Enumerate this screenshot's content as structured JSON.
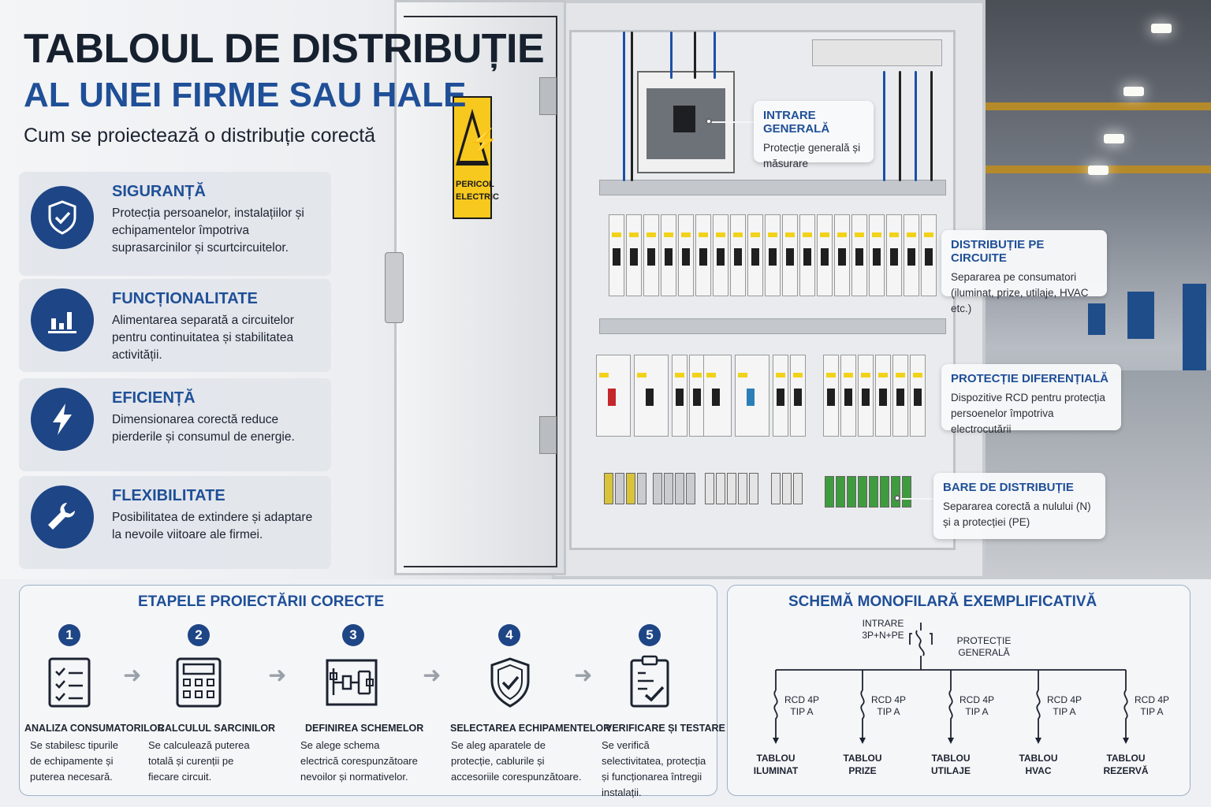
{
  "header": {
    "title_line1": "TABLOUL DE DISTRIBUȚIE",
    "title_line2": "AL UNEI FIRME SAU HALE",
    "subtitle": "Cum se proiectează o distribuție corectă"
  },
  "features": [
    {
      "title": "SIGURANȚĂ",
      "desc": "Protecția persoanelor, instalațiilor și echipamentelor împotriva suprasarcinilor și scurtcircuitelor.",
      "icon": "shield-check-icon"
    },
    {
      "title": "FUNCȚIONALITATE",
      "desc": "Alimentarea separată a circuitelor pentru continuitatea și stabilitatea activității.",
      "icon": "bar-chart-icon"
    },
    {
      "title": "EFICIENȚĂ",
      "desc": "Dimensionarea corectă reduce pierderile și consumul de energie.",
      "icon": "lightning-icon"
    },
    {
      "title": "FLEXIBILITATE",
      "desc": "Posibilitatea de extindere și adaptare la nevoile viitoare ale firmei.",
      "icon": "wrench-icon"
    }
  ],
  "warning_sign": {
    "text": "PERICOL ELECTRIC"
  },
  "callouts": [
    {
      "title": "INTRARE GENERALĂ",
      "desc": "Protecție generală și măsurare"
    },
    {
      "title": "DISTRIBUȚIE PE CIRCUITE",
      "desc": "Separarea pe consumatori (iluminat, prize, utilaje, HVAC etc.)"
    },
    {
      "title": "PROTECȚIE DIFERENȚIALĂ",
      "desc": "Dispozitive RCD pentru protecția persoenelor împotriva electrocutării"
    },
    {
      "title": "BARE DE DISTRIBUȚIE",
      "desc": "Separarea corectă a nulului (N) și a protecției (PE)"
    }
  ],
  "steps_panel": {
    "title": "ETAPELE PROIECTĂRII CORECTE",
    "steps": [
      {
        "num": "1",
        "title": "ANALIZA CONSUMATORILOR",
        "desc": "Se stabilesc tipurile de echipamente și puterea necesară.",
        "icon": "checklist-icon"
      },
      {
        "num": "2",
        "title": "CALCULUL SARCINILOR",
        "desc": "Se calculează puterea totală și curenții pe fiecare circuit.",
        "icon": "calculator-icon"
      },
      {
        "num": "3",
        "title": "DEFINIREA SCHEMELOR",
        "desc": "Se alege schema electrică corespunzătoare nevoilor și normativelor.",
        "icon": "schematic-icon"
      },
      {
        "num": "4",
        "title": "SELECTAREA ECHIPAMENTELOR",
        "desc": "Se aleg aparatele de protecție, cablurile și accesoriile corespunzătoare.",
        "icon": "shield-check-icon"
      },
      {
        "num": "5",
        "title": "VERIFICARE ȘI TESTARE",
        "desc": "Se verifică selectivitatea, protecția și funcționarea întregii instalații.",
        "icon": "clipboard-check-icon"
      }
    ]
  },
  "diagram_panel": {
    "title": "SCHEMĂ MONOFILARĂ EXEMPLIFICATIVĂ",
    "input_label_1": "INTRARE",
    "input_label_2": "3P+N+PE",
    "main_protection_1": "PROTECȚIE",
    "main_protection_2": "GENERALĂ",
    "rcd_label_1": "RCD 4P",
    "rcd_label_2": "TIP A",
    "boards": [
      {
        "line1": "TABLOU",
        "line2": "ILUMINAT"
      },
      {
        "line1": "TABLOU",
        "line2": "PRIZE"
      },
      {
        "line1": "TABLOU",
        "line2": "UTILAJE"
      },
      {
        "line1": "TABLOU",
        "line2": "HVAC"
      },
      {
        "line1": "TABLOU",
        "line2": "REZERVĂ"
      }
    ]
  }
}
